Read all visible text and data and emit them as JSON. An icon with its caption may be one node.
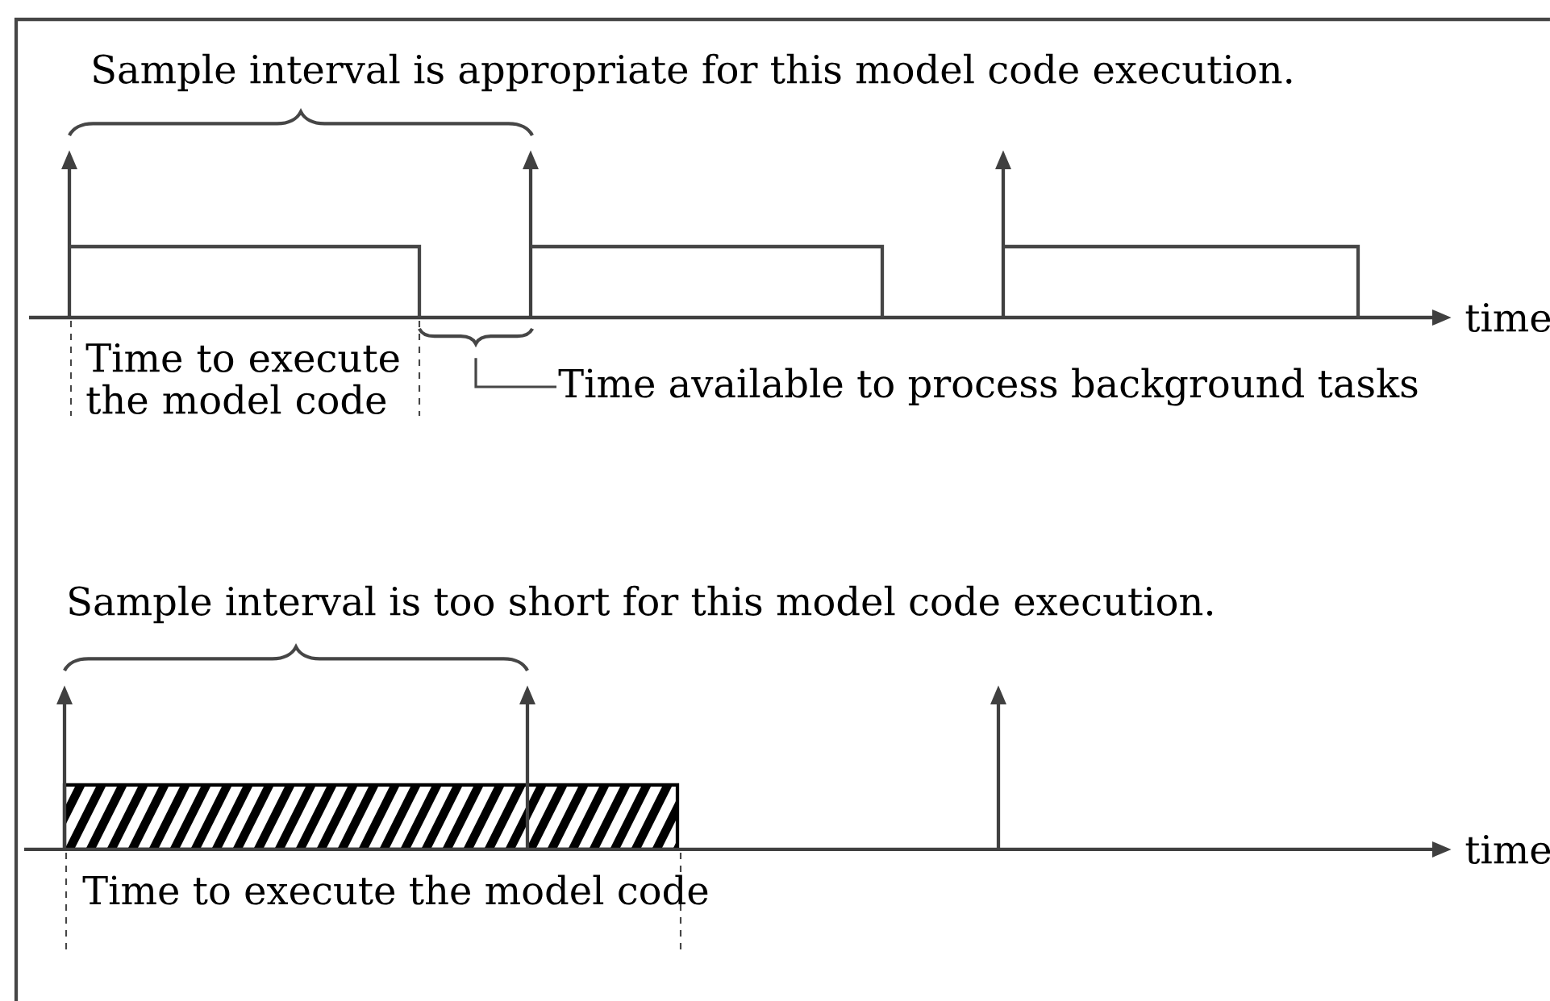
{
  "diagram": {
    "nodes": [
      {
        "text": [
          "Time available to process background tasks"
        ]
      },
      {
        "text": [],
        "shape": "brace"
      }
    ],
    "edges": [
      {
        "from": 0,
        "to": 1,
        "arrow": "none"
      }
    ],
    "labels": [
      "Sample interval is appropriate for this model code execution.",
      "time",
      "Time to execute the model code",
      "Sample interval is too short for this model code execution.",
      "time",
      "Time to execute the model code"
    ]
  }
}
